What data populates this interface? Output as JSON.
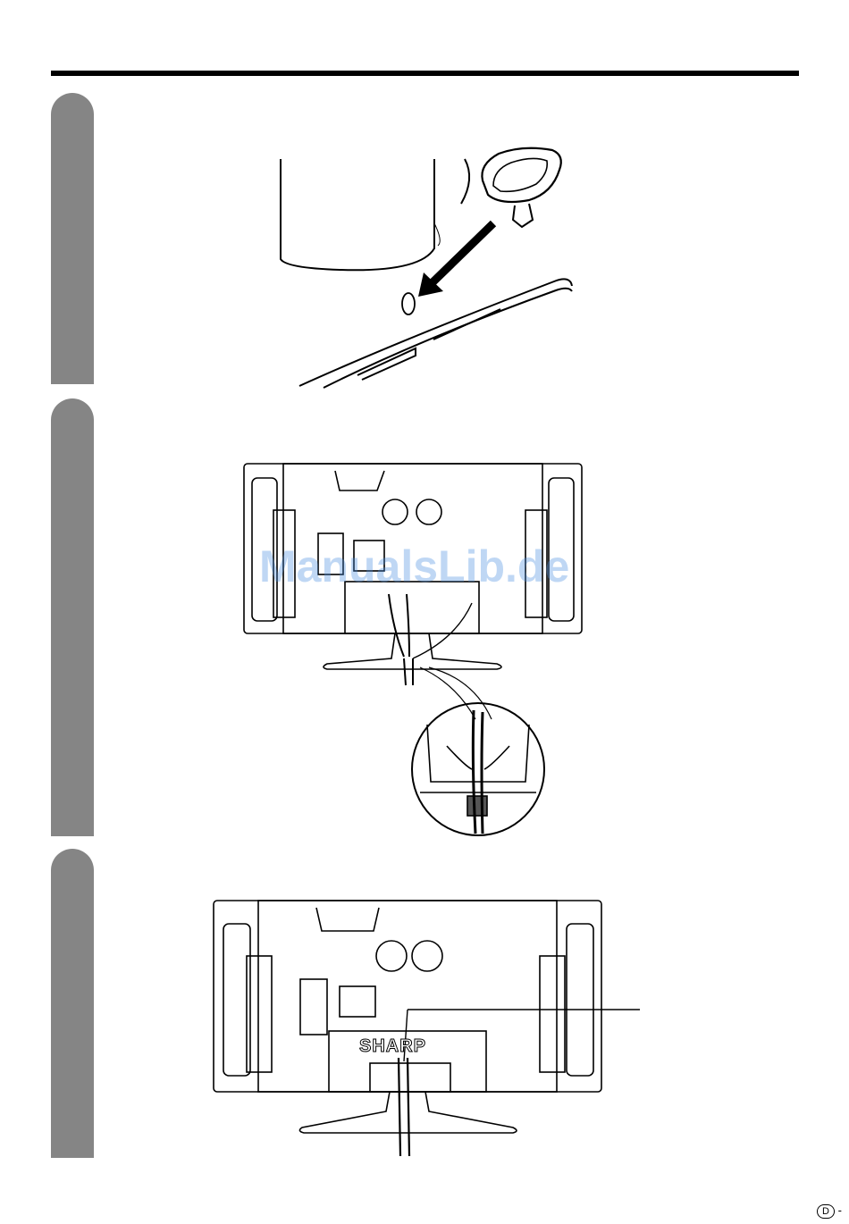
{
  "watermark": "ManualsLib.de",
  "brand_logo": "SHARP",
  "page_marker": {
    "circled": "D",
    "suffix": "-"
  },
  "colors": {
    "tab": "#858585",
    "rule": "#000000",
    "watermark": "#4a90e2"
  },
  "steps": [
    {
      "icon": "clamp-insert-illustration"
    },
    {
      "icon": "cable-routing-illustration"
    },
    {
      "icon": "cable-clamp-closed-illustration"
    }
  ]
}
